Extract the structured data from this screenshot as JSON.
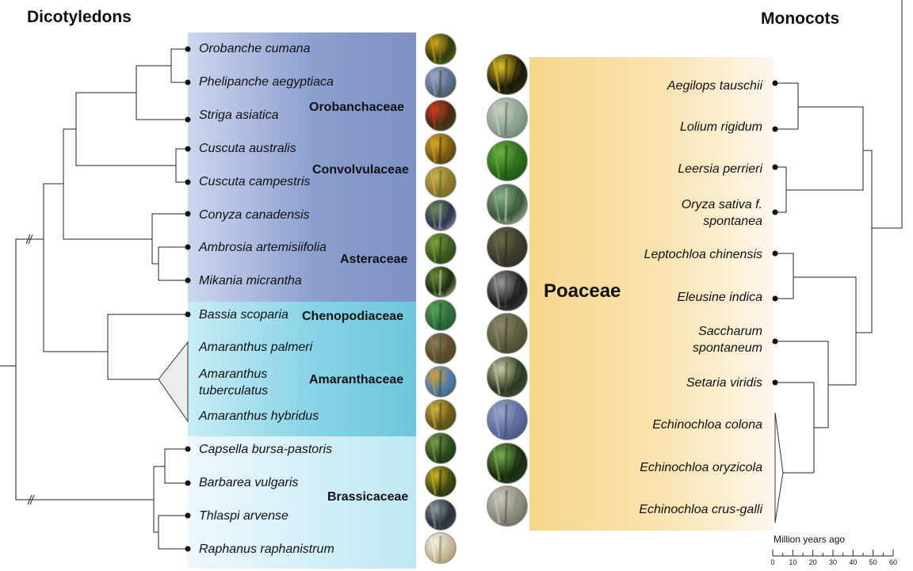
{
  "headers": {
    "dicots": "Dicotyledons",
    "monocots": "Monocots"
  },
  "dicots": {
    "species": [
      {
        "name": "Orobanche cumana",
        "colors": [
          "#2e3a10",
          "#d4a516",
          "#6a7d1f"
        ]
      },
      {
        "name": "Phelipanche aegyptiaca",
        "colors": [
          "#5a6c8a",
          "#9aa6c9",
          "#3d4a2a"
        ]
      },
      {
        "name": "Striga asiatica",
        "colors": [
          "#4a2a14",
          "#d23a1e",
          "#2f5a1a"
        ]
      },
      {
        "name": "Cuscuta australis",
        "colors": [
          "#7a5a12",
          "#d8a524",
          "#3a3512"
        ]
      },
      {
        "name": "Cuscuta campestris",
        "colors": [
          "#8a7a2a",
          "#c9b04a",
          "#5a6a22"
        ]
      },
      {
        "name": "Conyza canadensis",
        "colors": [
          "#2e3550",
          "#6a8a5a",
          "#aab0c0"
        ]
      },
      {
        "name": "Ambrosia artemisiifolia",
        "colors": [
          "#3c5a1e",
          "#7aa03a",
          "#25401a"
        ]
      },
      {
        "name": "Mikania micrantha",
        "colors": [
          "#1e2e12",
          "#6a8a3a",
          "#c9d0a0"
        ]
      },
      {
        "name": "Bassia scoparia",
        "colors": [
          "#2e6a3a",
          "#5aa05a",
          "#1e4a2a"
        ]
      },
      {
        "name": "Amaranthus palmeri",
        "colors": [
          "#5a4a2a",
          "#8a7a5a",
          "#3a5a2a"
        ]
      },
      {
        "name": "Amaranthus tuberculatus",
        "colors": [
          "#4a7ab0",
          "#c9a040",
          "#3a5a22"
        ]
      },
      {
        "name": "Amaranthus hybridus",
        "colors": [
          "#6a5a1a",
          "#d0b040",
          "#3a4a1a"
        ]
      },
      {
        "name": "Capsella bursa-pastoris",
        "colors": [
          "#2a4a1a",
          "#7a9a4a",
          "#1a2a10"
        ]
      },
      {
        "name": "Barbarea vulgaris",
        "colors": [
          "#3a4a12",
          "#c9b020",
          "#1e2a0a"
        ]
      },
      {
        "name": "Thlaspi arvense",
        "colors": [
          "#2a3040",
          "#8a9aa0",
          "#4a5a3a"
        ]
      },
      {
        "name": "Raphanus raphanistrum",
        "colors": [
          "#c9b89a",
          "#f2eee0",
          "#7a8a4a"
        ]
      }
    ],
    "families": {
      "orobanchaceae": "Orobanchaceae",
      "convolvulaceae": "Convolvulaceae",
      "asteraceae": "Asteraceae",
      "chenopodiaceae": "Chenopodiaceae",
      "amaranthaceae": "Amaranthaceae",
      "brassicaceae": "Brassicaceae"
    },
    "panel_colors": {
      "upper": "#7e92c4",
      "middle": "#6fc8dd",
      "lower": "#c3e9f5"
    },
    "break_mark": "#"
  },
  "monocots": {
    "family": "Poaceae",
    "panel_color": "#f7d98e",
    "species": [
      "Aegilops tauschii",
      "Lolium rigidum",
      "Leersia perrieri",
      "Oryza sativa f. spontanea",
      "Leptochloa chinensis",
      "Eleusine indica",
      "Saccharum spontaneum",
      "Setaria viridis",
      "Echinochloa colona",
      "Echinochloa oryzicola",
      "Echinochloa crus-galli"
    ],
    "thumb_colors": [
      [
        "#1a1a0a",
        "#e0c020",
        "#3a3a12"
      ],
      [
        "#8aa090",
        "#c9d0c0",
        "#5a7060"
      ],
      [
        "#2a6a1a",
        "#6ab040",
        "#1a4a10"
      ],
      [
        "#3a5a3a",
        "#8ab08a",
        "#c9d0c0"
      ],
      [
        "#3a3a2a",
        "#6a6a4a",
        "#2a2a1a"
      ],
      [
        "#1e1e1e",
        "#9a9a9a",
        "#4a4a4a"
      ],
      [
        "#5a5a3a",
        "#8a8a6a",
        "#3a3a2a"
      ],
      [
        "#2a3a22",
        "#c9c9a0",
        "#4a5a3a"
      ],
      [
        "#5a6a9a",
        "#9aa6c9",
        "#3a4a6a"
      ],
      [
        "#1a2a10",
        "#7ab050",
        "#2a4a1a"
      ],
      [
        "#8a8a7a",
        "#c9c9b9",
        "#5a5a4a"
      ]
    ]
  },
  "scale": {
    "title": "Million years ago",
    "ticks": [
      "0",
      "10",
      "20",
      "30",
      "40",
      "50",
      "60"
    ]
  }
}
